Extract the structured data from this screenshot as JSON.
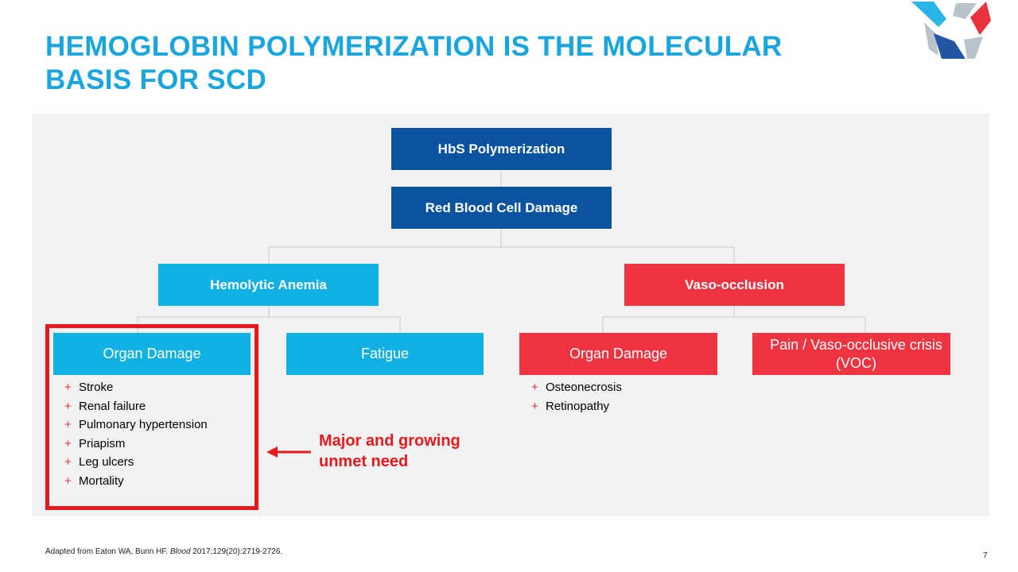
{
  "title": {
    "line1": "HEMOGLOBIN POLYMERIZATION IS THE MOLECULAR",
    "line2": "BASIS FOR SCD"
  },
  "colors": {
    "title": "#1aa6dc",
    "dark_blue": "#0a53a0",
    "cyan": "#10b0e2",
    "red": "#ee3440",
    "highlight": "#e8181c",
    "panel": "#f2f2f2"
  },
  "logo": {
    "icon": "company-logo-icon"
  },
  "diagram": {
    "root": "HbS Polymerization",
    "level2": "Red Blood Cell Damage",
    "left_branch": {
      "label": "Hemolytic Anemia",
      "children": [
        {
          "label": "Organ Damage",
          "items": [
            "Stroke",
            "Renal failure",
            "Pulmonary hypertension",
            "Priapism",
            "Leg ulcers",
            "Mortality"
          ]
        },
        {
          "label": "Fatigue",
          "items": []
        }
      ]
    },
    "right_branch": {
      "label": "Vaso-occlusion",
      "children": [
        {
          "label": "Organ Damage",
          "items": [
            "Osteonecrosis",
            "Retinopathy"
          ]
        },
        {
          "label_line1": "Pain / Vaso-occlusive crisis",
          "label_line2": "(VOC)",
          "items": []
        }
      ]
    },
    "bullet_symbol": "+"
  },
  "callout": {
    "line1": "Major and growing",
    "line2": "unmet need"
  },
  "footnote": {
    "prefix": "Adapted from Eaton WA, Bunn HF. ",
    "journal": "Blood",
    "suffix": " 2017;129(20):2719-2726."
  },
  "page_number": "7"
}
